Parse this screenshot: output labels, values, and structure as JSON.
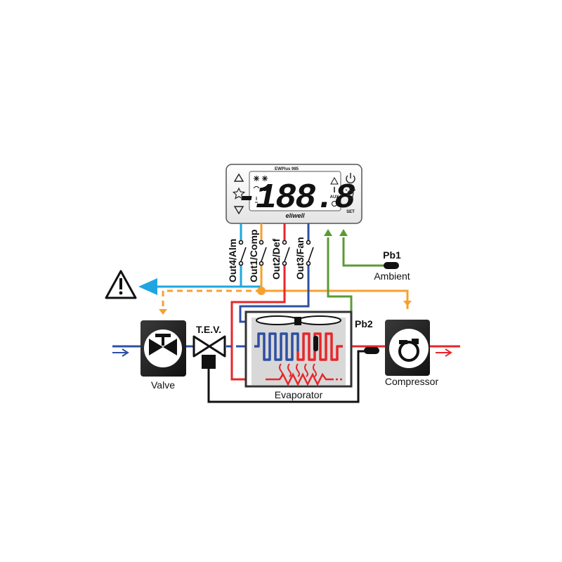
{
  "controller": {
    "model": "EWPlus 985",
    "display": "-188.8",
    "brand": "eliwell",
    "set_label": "SET",
    "aux_label": "AUX",
    "up_icon": "triangle-up-icon",
    "star_icon": "star-icon",
    "down_icon": "triangle-down-icon",
    "power_icon": "power-icon",
    "light_icon": "light-bulb-icon"
  },
  "outputs": [
    {
      "label": "Out4/Alm",
      "color": "#1fa6e0"
    },
    {
      "label": "Out1/Comp",
      "color": "#f7a02e"
    },
    {
      "label": "Out2/Def",
      "color": "#e8262a"
    },
    {
      "label": "Out3/Fan",
      "color": "#2e4fa2"
    }
  ],
  "probes": {
    "pb1": "Pb1",
    "pb1_sub": "Ambient",
    "pb2": "Pb2",
    "probe_color": "#5c9a34"
  },
  "components": {
    "valve": "Valve",
    "tev": "T.E.V.",
    "evaporator": "Evaporator",
    "compressor": "Compressor",
    "alarm_icon": "warning-triangle-icon"
  },
  "colors": {
    "line_cold": "#2e4fa2",
    "line_hot": "#e8262a",
    "alarm": "#1fa6e0",
    "comp": "#f7a02e"
  }
}
